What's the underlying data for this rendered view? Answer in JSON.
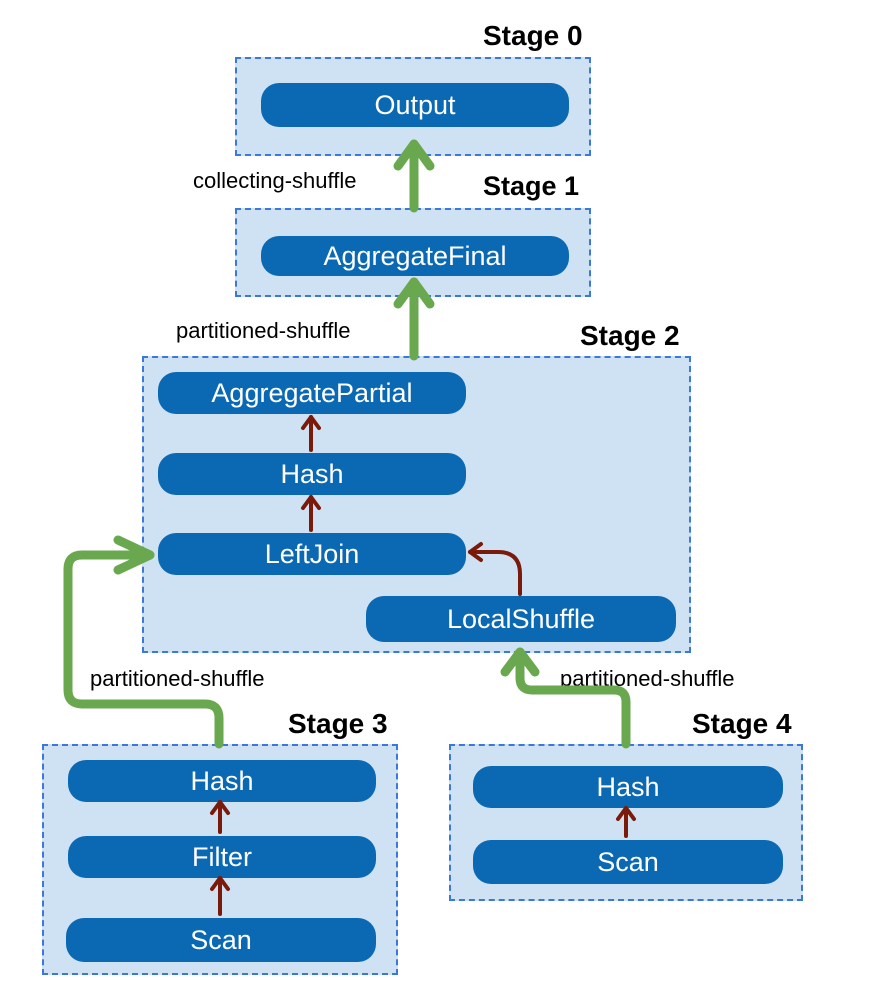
{
  "stages": {
    "stage0": {
      "title": "Stage 0",
      "ops": [
        "Output"
      ]
    },
    "stage1": {
      "title": "Stage 1",
      "ops": [
        "AggregateFinal"
      ]
    },
    "stage2": {
      "title": "Stage 2",
      "ops": [
        "AggregatePartial",
        "Hash",
        "LeftJoin",
        "LocalShuffle"
      ]
    },
    "stage3": {
      "title": "Stage 3",
      "ops": [
        "Hash",
        "Filter",
        "Scan"
      ]
    },
    "stage4": {
      "title": "Stage 4",
      "ops": [
        "Hash",
        "Scan"
      ]
    }
  },
  "edges": {
    "collecting": "collecting-shuffle",
    "partitioned_stage1": "partitioned-shuffle",
    "partitioned_stage3": "partitioned-shuffle",
    "partitioned_stage4": "partitioned-shuffle"
  },
  "colors": {
    "stage_fill": "#cfe2f3",
    "stage_border": "#3c78d8",
    "operator_fill": "#0b69b4",
    "operator_text": "#ffffff",
    "shuffle_arrow": "#6aa84f",
    "local_arrow": "#7a1a0b"
  }
}
